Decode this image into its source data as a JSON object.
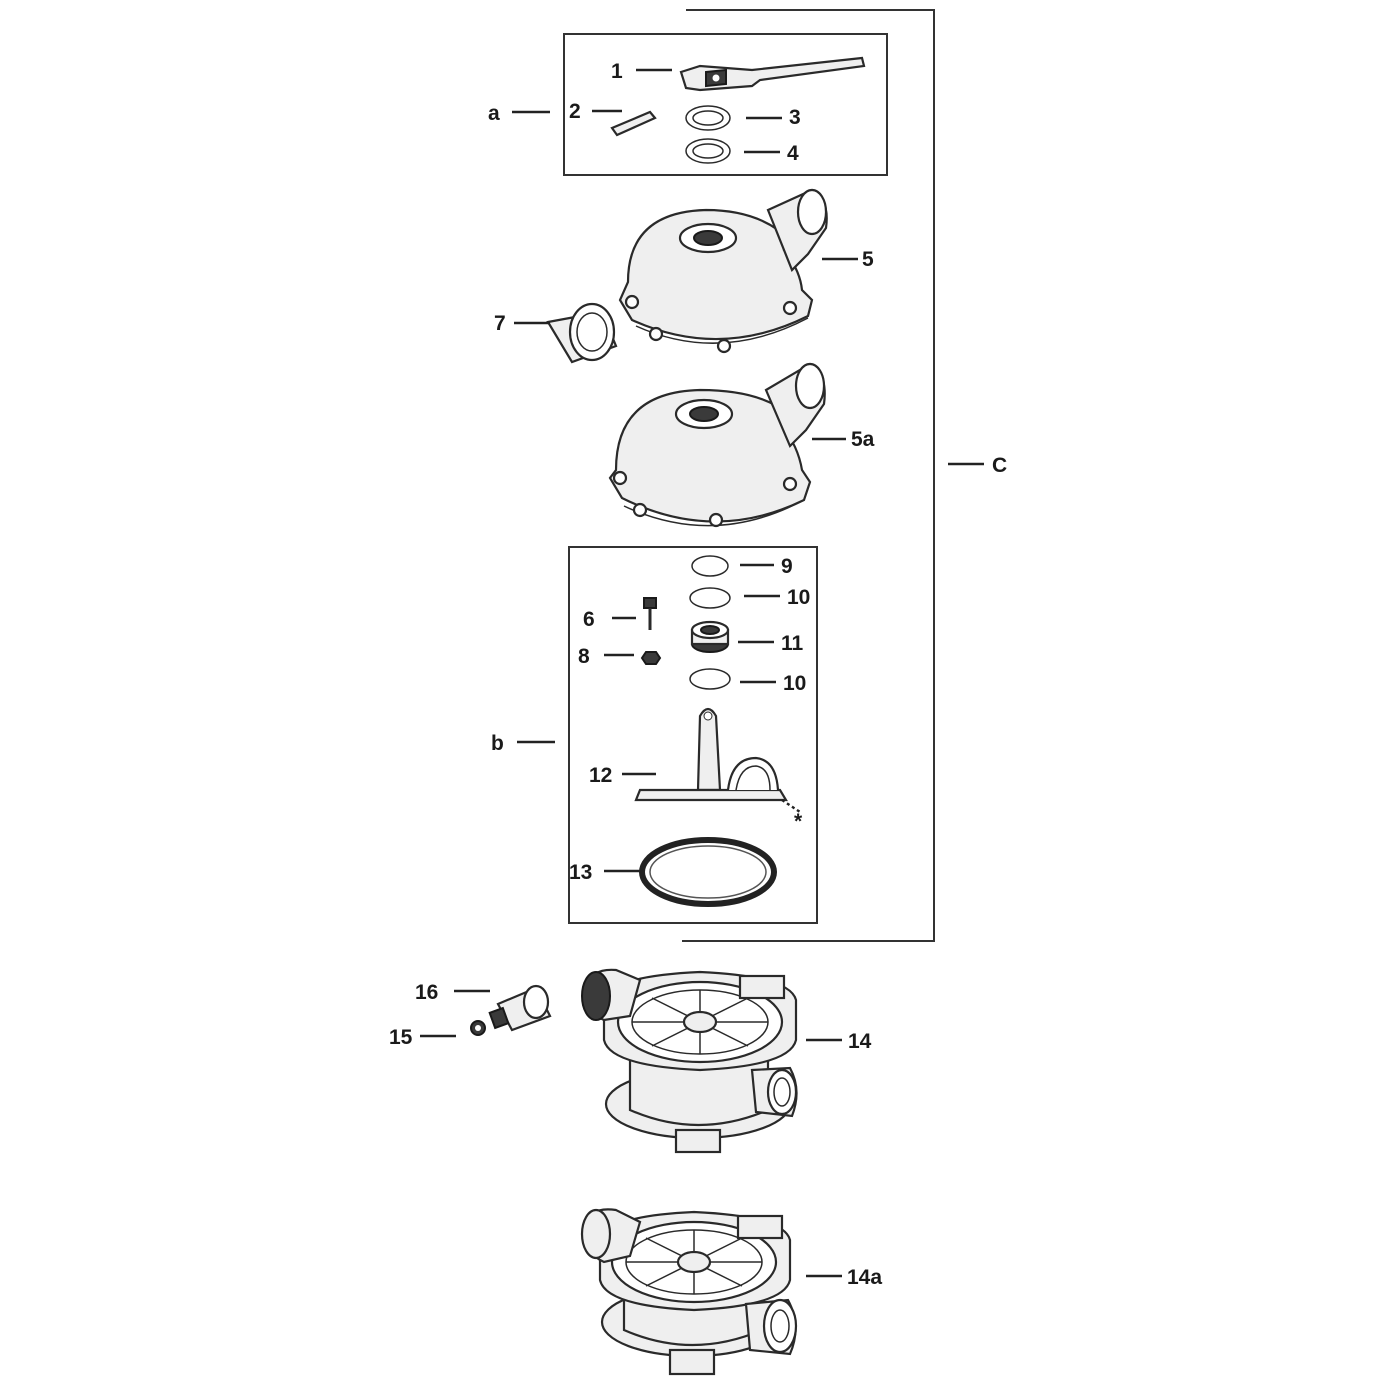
{
  "labels": {
    "a": "a",
    "b": "b",
    "c": "C",
    "p1": "1",
    "p2": "2",
    "p3": "3",
    "p4": "4",
    "p5": "5",
    "p5a": "5a",
    "p6": "6",
    "p7": "7",
    "p8": "8",
    "p9": "9",
    "p10_top": "10",
    "p11": "11",
    "p10_bottom": "10",
    "p12": "12",
    "star": "*",
    "p13": "13",
    "p14": "14",
    "p14a": "14a",
    "p15": "15",
    "p16": "16"
  },
  "icons": {
    "handle": "lever-handle-icon",
    "pin": "pin-icon",
    "washer": "washer-icon",
    "cover": "valve-cover-icon",
    "sight_glass": "sight-glass-icon",
    "screw": "screw-icon",
    "nut": "nut-icon",
    "seal": "seal-icon",
    "rotor": "rotor-icon",
    "gasket": "gasket-icon",
    "valve_body": "valve-body-icon",
    "drain_plug": "drain-plug-icon",
    "drain_cap": "drain-cap-icon"
  }
}
